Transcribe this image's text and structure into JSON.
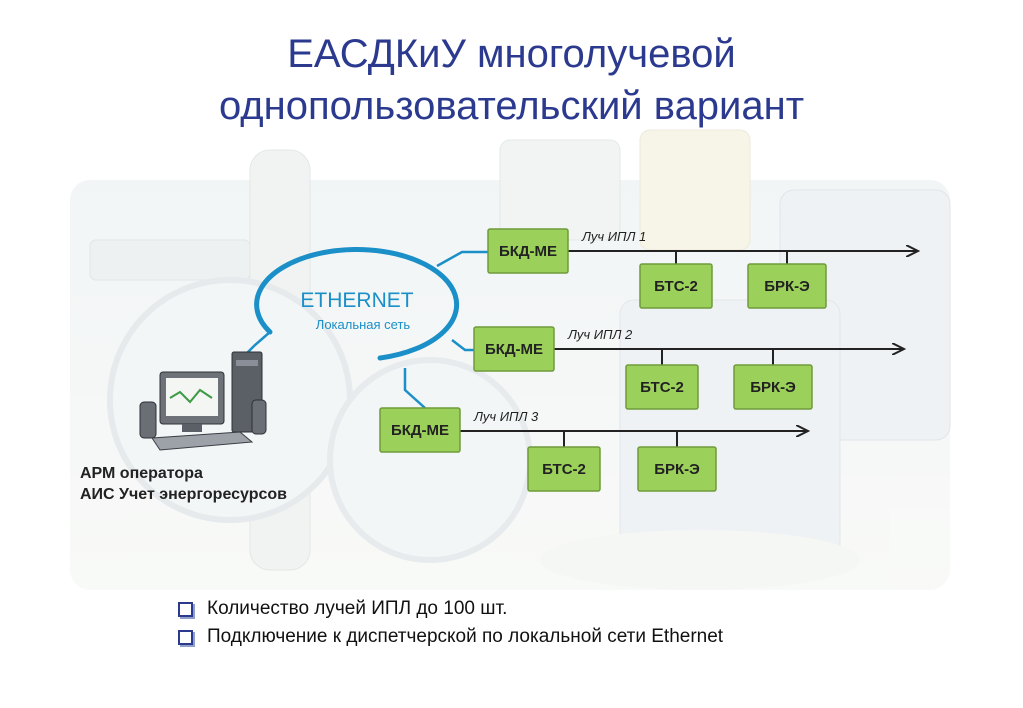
{
  "title": {
    "line1": "ЕАСДКиУ многолучевой",
    "line2": "однопользовательский вариант"
  },
  "ethernet": {
    "label": "ETHERNET",
    "sublabel": "Локальная сеть"
  },
  "operator": {
    "line1": "АРМ оператора",
    "line2": "АИС Учет энергоресурсов"
  },
  "beams": [
    {
      "hub": "БКД-МЕ",
      "label": "Луч ИПЛ 1",
      "devices": [
        "БТС-2",
        "БРК-Э"
      ]
    },
    {
      "hub": "БКД-МЕ",
      "label": "Луч ИПЛ 2",
      "devices": [
        "БТС-2",
        "БРК-Э"
      ]
    },
    {
      "hub": "БКД-МЕ",
      "label": "Луч ИПЛ 3",
      "devices": [
        "БТС-2",
        "БРК-Э"
      ]
    }
  ],
  "bullets": [
    "Количество лучей ИПЛ до 100 шт.",
    "Подключение к диспетчерской по локальной сети Ethernet"
  ],
  "colors": {
    "title": "#2b3a8f",
    "box_fill": "#9bd05a",
    "box_border": "#6f9a3a",
    "ethernet_ring": "#1b8fc8",
    "ethernet_text": "#1b8fc8",
    "line": "#222222"
  }
}
